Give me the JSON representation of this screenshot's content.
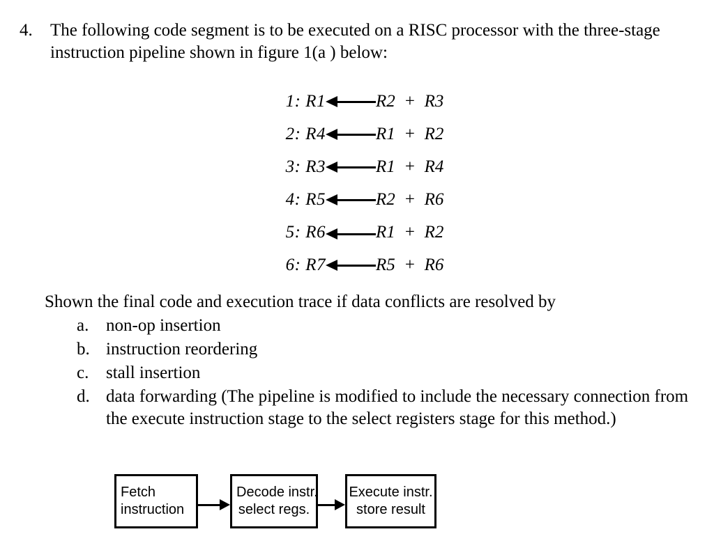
{
  "question": {
    "number": "4.",
    "text": "The following code segment is to be executed on a RISC processor with the three-stage instruction pipeline shown in figure 1(a )  below:"
  },
  "code_segment": [
    {
      "label": "1: R1",
      "arrow": "left-arrow",
      "expression": "R2  +  R3"
    },
    {
      "label": "2: R4",
      "arrow": "left-arrow",
      "expression": "R1  +  R2"
    },
    {
      "label": "3: R3",
      "arrow": "left-arrow",
      "expression": "R1  +  R4"
    },
    {
      "label": "4: R5",
      "arrow": "left-arrow",
      "expression": "R2  +  R6"
    },
    {
      "label": "5: R6",
      "arrow": "left-arrow",
      "expression": "R1  +  R2"
    },
    {
      "label": "6: R7",
      "arrow": "left-arrow",
      "expression": "R5  +  R6"
    }
  ],
  "prompt": "Shown the final code and execution trace if data conflicts are resolved by",
  "answers": [
    {
      "letter": "a.",
      "text": "non-op insertion"
    },
    {
      "letter": "b.",
      "text": "instruction reordering"
    },
    {
      "letter": "c.",
      "text": "stall insertion"
    },
    {
      "letter": "d.",
      "text": "data forwarding (The pipeline is modified to include the necessary connection from the execute instruction stage to the select registers stage for this method.)"
    }
  ],
  "diagram": {
    "stages": [
      {
        "line1": "Fetch",
        "line2": "instruction"
      },
      {
        "line1": "Decode instr.",
        "line2": "select regs."
      },
      {
        "line1": "Execute instr.",
        "line2": "store result"
      }
    ],
    "connectors": [
      "arrow-right-icon",
      "arrow-right-icon"
    ]
  },
  "colors": {
    "text": "#000000",
    "background": "#ffffff",
    "box_border": "#000000"
  }
}
